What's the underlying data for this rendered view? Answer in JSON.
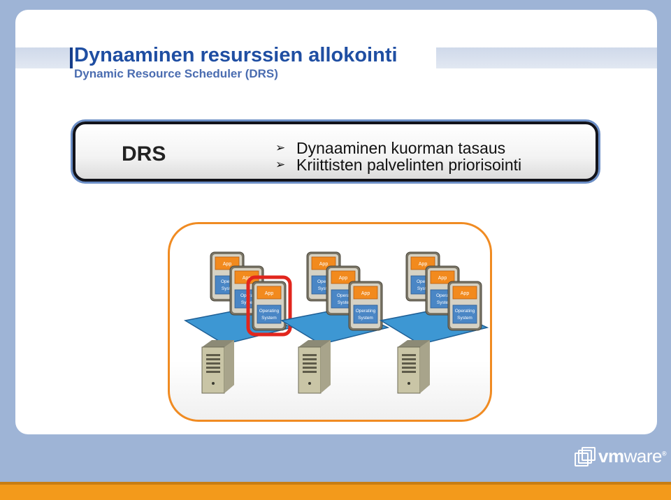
{
  "slide": {
    "title": "Dynaaminen resurssien allokointi",
    "subtitle": "Dynamic Resource Scheduler (DRS)"
  },
  "drs": {
    "label": "DRS",
    "bullets": [
      "Dynaaminen kuorman tasaus",
      "Kriittisten palvelinten priorisointi"
    ]
  },
  "diagram": {
    "vm_app_label": "App",
    "vm_os_line1": "Operating",
    "vm_os_line2": "System",
    "vm_os_line1_partial": "Opera",
    "vm_os_line2_partial": "Syste"
  },
  "logo": {
    "vm": "vm",
    "ware": "ware",
    "mark": "®"
  },
  "colors": {
    "title": "#1f4ea2",
    "cluster_border": "#f08b22",
    "highlight": "#e2261d",
    "bottom_bar": "#f39a1b",
    "platform": "#3d97d3"
  }
}
